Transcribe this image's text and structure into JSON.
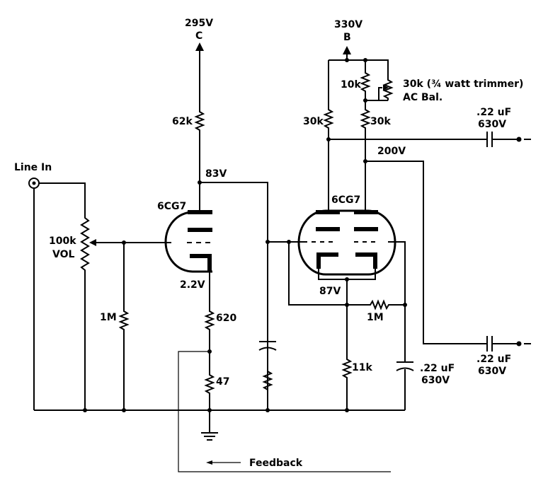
{
  "labels": {
    "v295": "295V",
    "c": "C",
    "v330": "330V",
    "b": "B",
    "r62k": "62k",
    "r10k": "10k",
    "trimmer": "30k (¾ watt trimmer)",
    "acbal": "AC Bal.",
    "r30k_left": "30k",
    "r30k_right": "30k",
    "cap_top_val": ".22 uF",
    "cap_top_v": "630V",
    "v200": "200V",
    "v83": "83V",
    "line_in": "Line In",
    "tube1": "6CG7",
    "tube2": "6CG7",
    "pot_val": "100k",
    "pot_name": "VOL",
    "v2_2": "2.2V",
    "v87": "87V",
    "r1m_left": "1M",
    "r1m_fb": "1M",
    "r620": "620",
    "r47": "47",
    "r11k": "11k",
    "cap_mid_val": ".22 uF",
    "cap_mid_v": "630V",
    "cap_bot_val": ".22 uF",
    "cap_bot_v": "630V",
    "feedback": "Feedback"
  }
}
